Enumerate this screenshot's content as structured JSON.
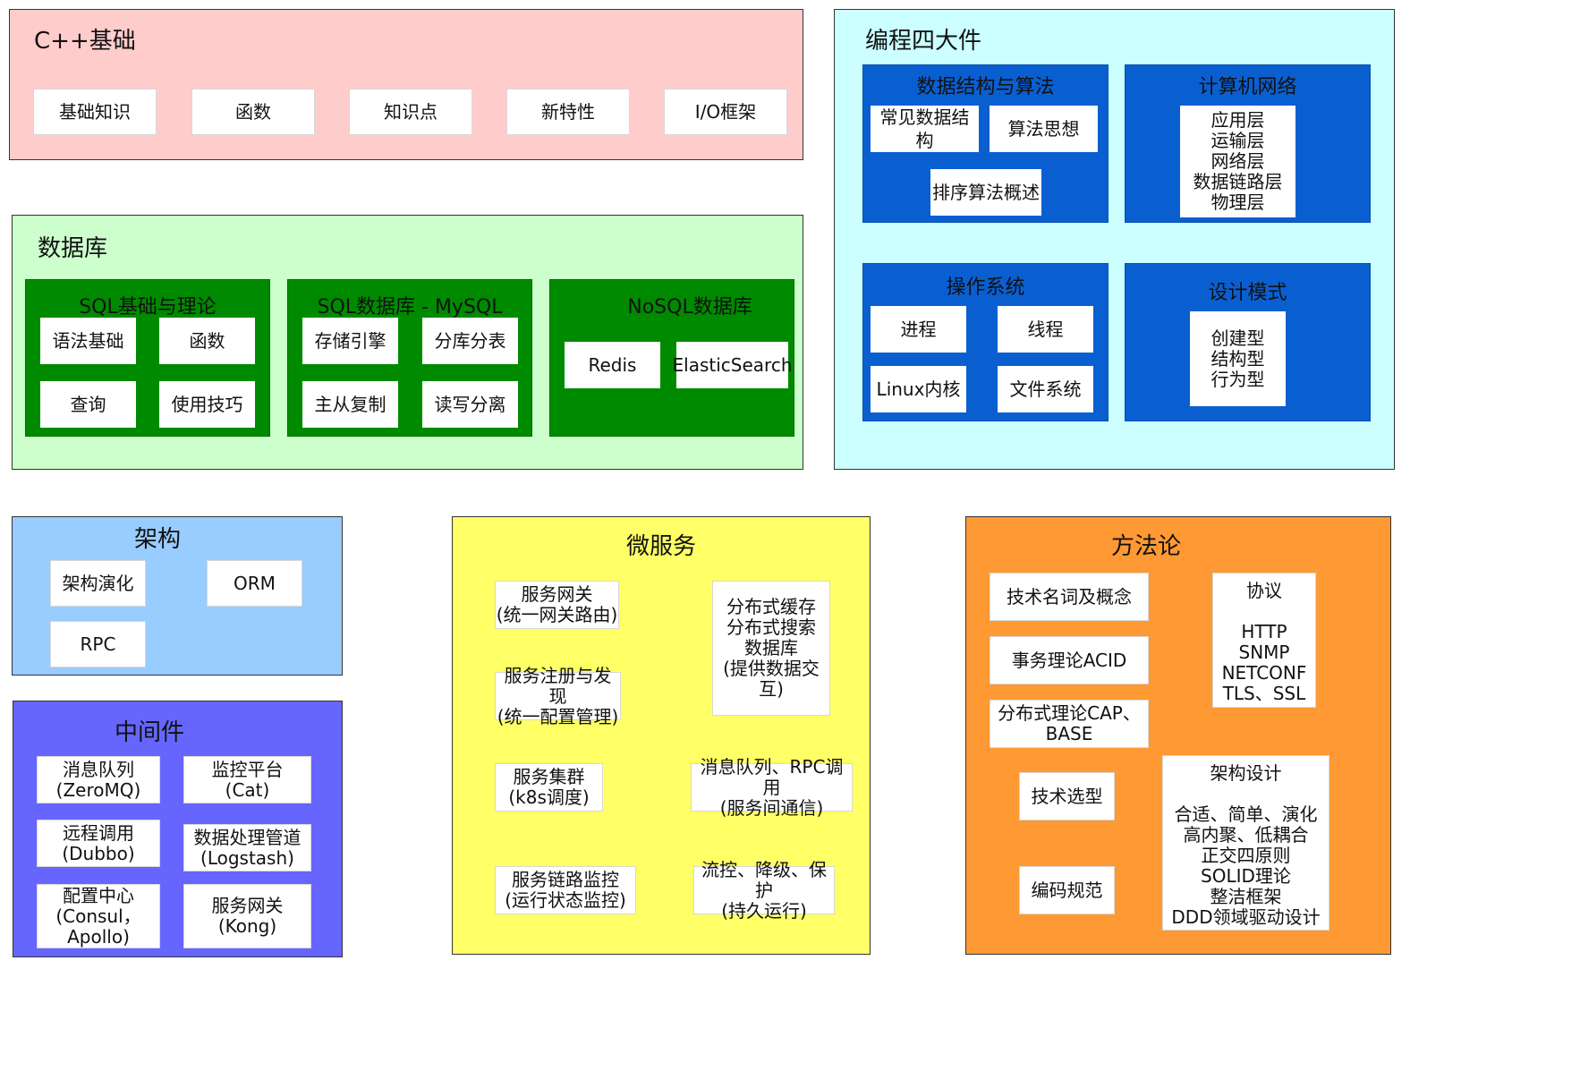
{
  "cpp": {
    "title": "C++基础",
    "items": [
      "基础知识",
      "函数",
      "知识点",
      "新特性",
      "I/O框架"
    ],
    "color": "#ffcccc"
  },
  "db": {
    "title": "数据库",
    "color": "#ccffcc",
    "sql_basic": {
      "title": "SQL基础与理论",
      "items": [
        "语法基础",
        "函数",
        "查询",
        "使用技巧"
      ]
    },
    "mysql": {
      "title": "SQL数据库 - MySQL",
      "items": [
        "存储引擎",
        "分库分表",
        "主从复制",
        "读写分离"
      ]
    },
    "nosql": {
      "title": "NoSQL数据库",
      "items": [
        "Redis",
        "ElasticSearch"
      ]
    }
  },
  "prog": {
    "title": "编程四大件",
    "color": "#ccffff",
    "dsa": {
      "title": "数据结构与算法",
      "items": [
        "常见数据结构",
        "算法思想",
        "排序算法概述"
      ]
    },
    "net": {
      "title": "计算机网络",
      "layers": "应用层\n运输层\n网络层\n数据链路层\n物理层"
    },
    "os": {
      "title": "操作系统",
      "items": [
        "进程",
        "线程",
        "Linux内核",
        "文件系统"
      ]
    },
    "dp": {
      "title": "设计模式",
      "types": "创建型\n结构型\n行为型"
    }
  },
  "arch": {
    "title": "架构",
    "color": "#99ccff",
    "items": [
      "架构演化",
      "ORM",
      "RPC"
    ]
  },
  "mw": {
    "title": "中间件",
    "color": "#6666ff",
    "items": [
      "消息队列\n(ZeroMQ)",
      "监控平台\n(Cat)",
      "远程调用\n(Dubbo)",
      "数据处理管道\n(Logstash)",
      "配置中心\n(Consul，\nApollo)",
      "服务网关\n(Kong)"
    ]
  },
  "micro": {
    "title": "微服务",
    "color": "#ffff66",
    "items": [
      "服务网关\n(统一网关路由)",
      "分布式缓存\n分布式搜索\n数据库\n(提供数据交\n互)",
      "服务注册与发现\n(统一配置管理)",
      "服务集群\n(k8s调度)",
      "消息队列、RPC调用\n(服务间通信)",
      "服务链路监控\n(运行状态监控)",
      "流控、降级、保护\n(持久运行)"
    ]
  },
  "method": {
    "title": "方法论",
    "color": "#ff9933",
    "items": [
      "技术名词及概念",
      "协议\n\nHTTP\nSNMP\nNETCONF\nTLS、SSL",
      "事务理论ACID",
      "分布式理论CAP、\nBASE",
      "技术选型",
      "架构设计\n\n合适、简单、演化\n高内聚、低耦合\n正交四原则\nSOLID理论\n整洁框架\nDDD领域驱动设计",
      "编码规范"
    ]
  }
}
